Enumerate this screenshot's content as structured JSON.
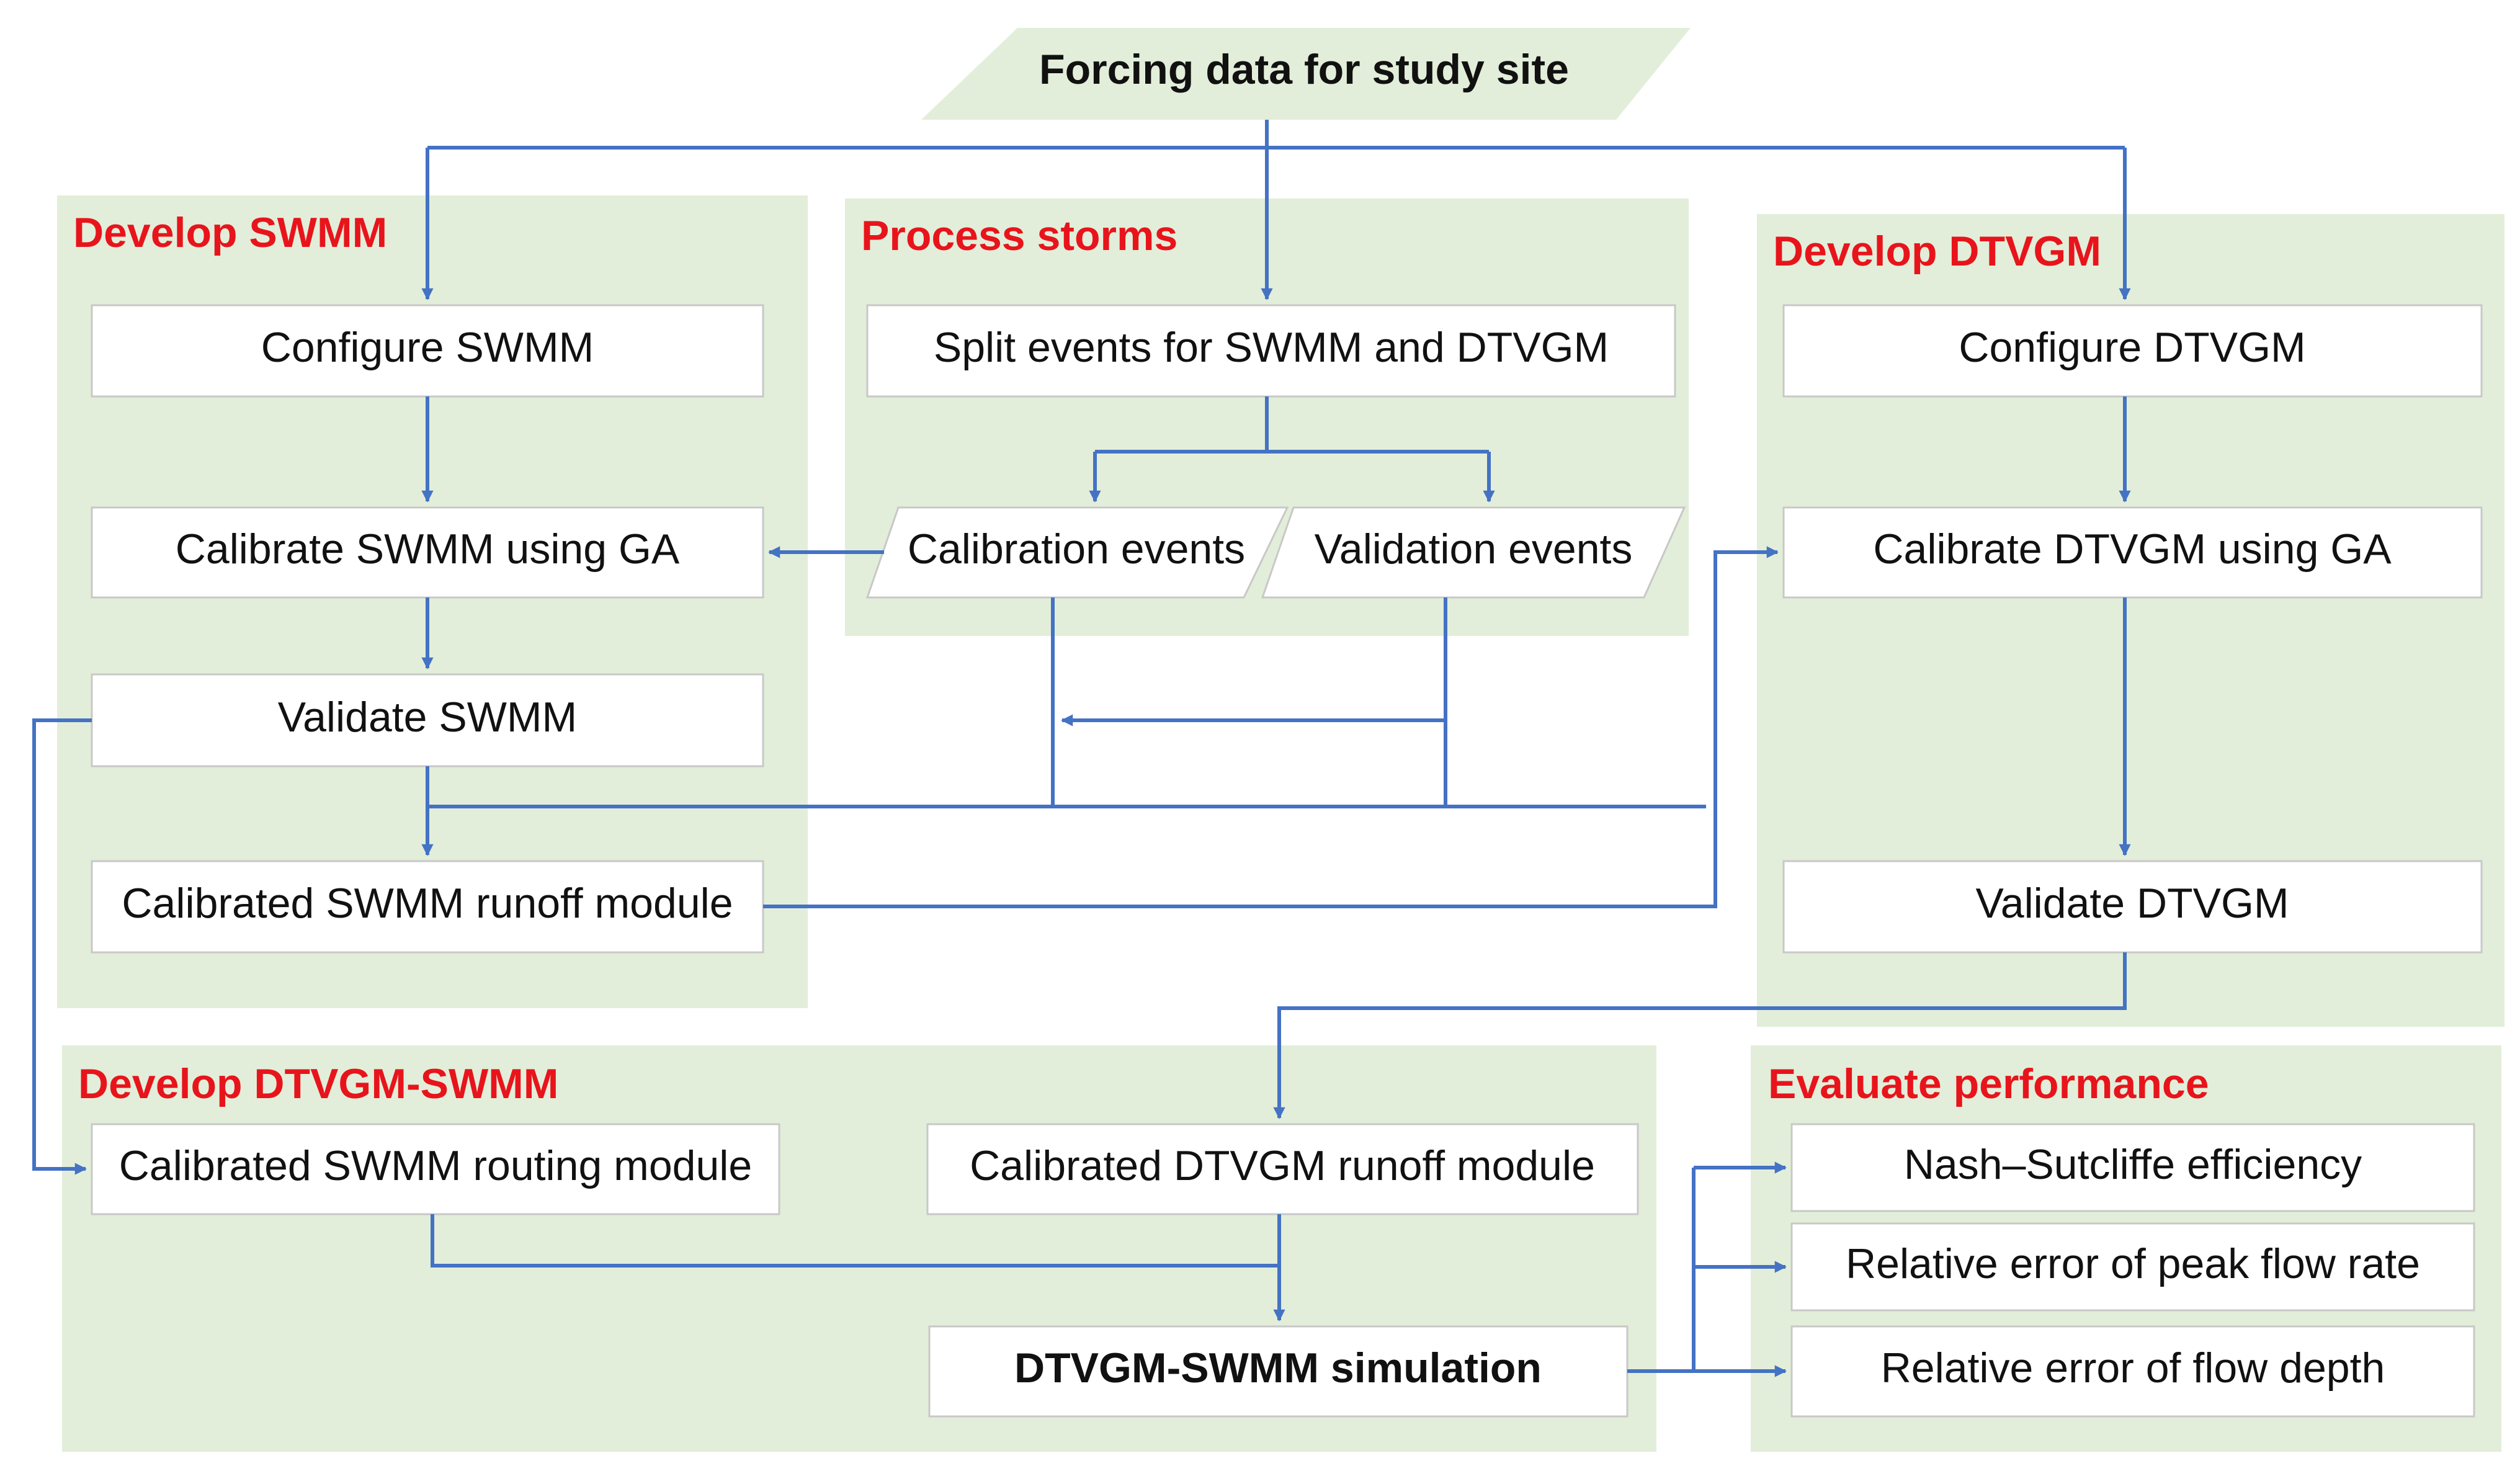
{
  "colors": {
    "panel_fill": "#e2eed9",
    "title_red": "#e8141c",
    "arrow_blue": "#4472c4",
    "box_border": "#c8c8c8",
    "box_fill": "#ffffff"
  },
  "input": {
    "label": "Forcing data for study site"
  },
  "panels": {
    "swmm": {
      "title": "Develop SWMM",
      "configure": "Configure SWMM",
      "calibrate": "Calibrate SWMM using GA",
      "validate": "Validate SWMM",
      "runoff_module": "Calibrated SWMM runoff module"
    },
    "storms": {
      "title": "Process storms",
      "split": "Split events for SWMM and DTVGM",
      "calibration_events": "Calibration events",
      "validation_events": "Validation events"
    },
    "dtvgm": {
      "title": "Develop DTVGM",
      "configure": "Configure DTVGM",
      "calibrate": "Calibrate DTVGM using GA",
      "validate": "Validate DTVGM"
    },
    "coupled": {
      "title": "Develop DTVGM-SWMM",
      "routing_module": "Calibrated SWMM routing module",
      "dtvgm_runoff_module": "Calibrated DTVGM runoff module",
      "simulation": "DTVGM-SWMM simulation"
    },
    "evaluate": {
      "title": "Evaluate performance",
      "nse": "Nash–Sutcliffe efficiency",
      "peak_error": "Relative error of peak flow rate",
      "depth_error": "Relative error of flow depth"
    }
  }
}
